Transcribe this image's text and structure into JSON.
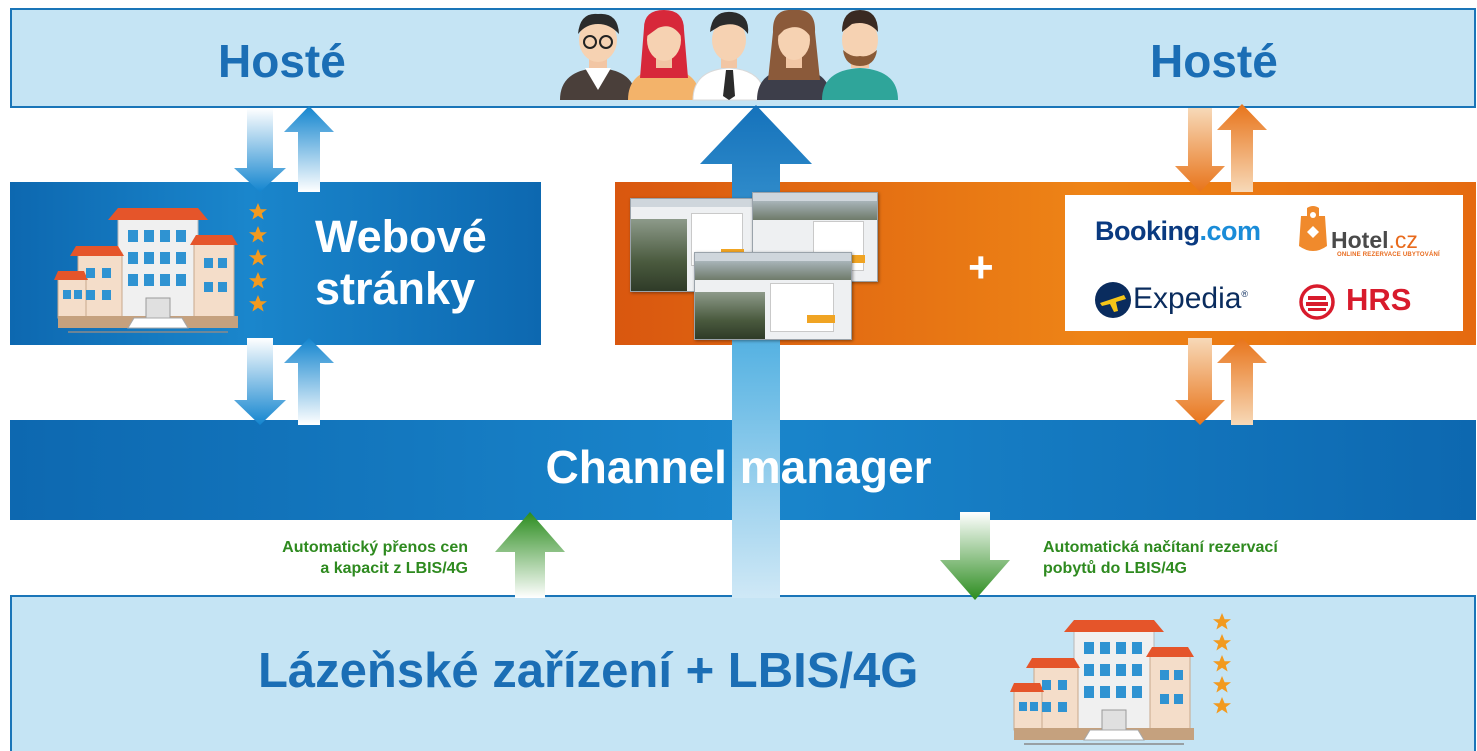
{
  "guests": {
    "left_title": "Hosté",
    "right_title": "Hosté"
  },
  "website": {
    "line1": "Webové",
    "line2": "stránky"
  },
  "ota": {
    "plus": "+",
    "booking_main": "Booking",
    "booking_suffix": ".com",
    "hotelcz_main": "Hotel",
    "hotelcz_suffix": ".cz",
    "hotelcz_tagline": "ONLINE REZERVACE UBYTOVÁNÍ",
    "expedia": "Expedia",
    "expedia_mark": "®",
    "hrs": "HRS"
  },
  "channel_manager": {
    "label": "Channel manager"
  },
  "left_note": {
    "line1": "Automatický přenos cen",
    "line2": "a kapacit z LBIS/4G"
  },
  "right_note": {
    "line1": "Automatická načítaní rezervací",
    "line2": "pobytů do LBIS/4G"
  },
  "bottom": {
    "label": "Lázeňské zařízení + LBIS/4G"
  },
  "colors": {
    "blue": "#1b6eb5",
    "light_blue": "#c5e4f4",
    "orange": "#e8741a",
    "green": "#2e8a1f",
    "star": "#f29a1f"
  }
}
